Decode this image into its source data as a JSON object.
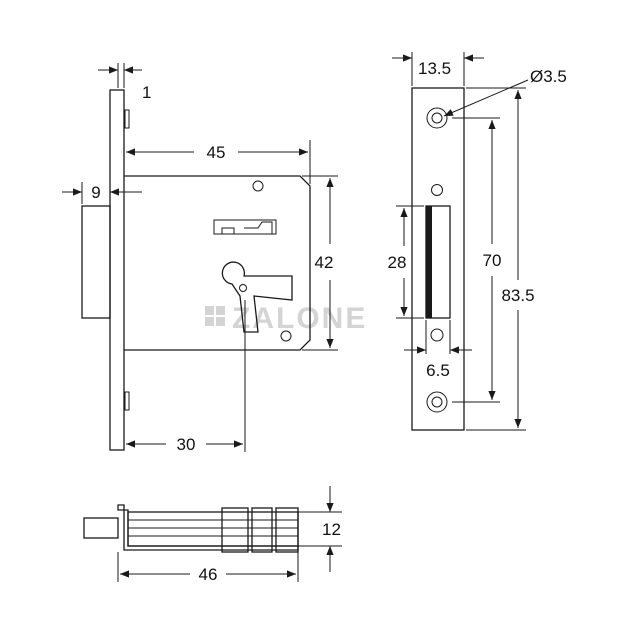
{
  "watermark": "ZALONE",
  "dimensions": {
    "plate_thickness": "1",
    "backset_width": "45",
    "bolt_projection": "9",
    "case_height": "42",
    "backset": "30",
    "faceplate_width": "13.5",
    "screw_hole": "Ø3.5",
    "bolt_height": "28",
    "hole_spacing": "70",
    "faceplate_length": "83.5",
    "bolt_width": "6.5",
    "side_depth": "12",
    "overall_length": "46"
  }
}
